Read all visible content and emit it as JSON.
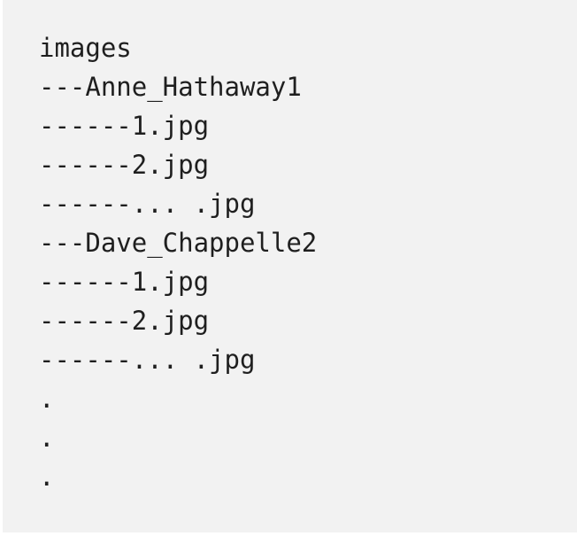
{
  "code_block": {
    "lines": [
      "images",
      "---Anne_Hathaway1",
      "------1.jpg",
      "------2.jpg",
      "------... .jpg",
      "---Dave_Chappelle2",
      "------1.jpg",
      "------2.jpg",
      "------... .jpg",
      ".",
      ".",
      "."
    ]
  }
}
